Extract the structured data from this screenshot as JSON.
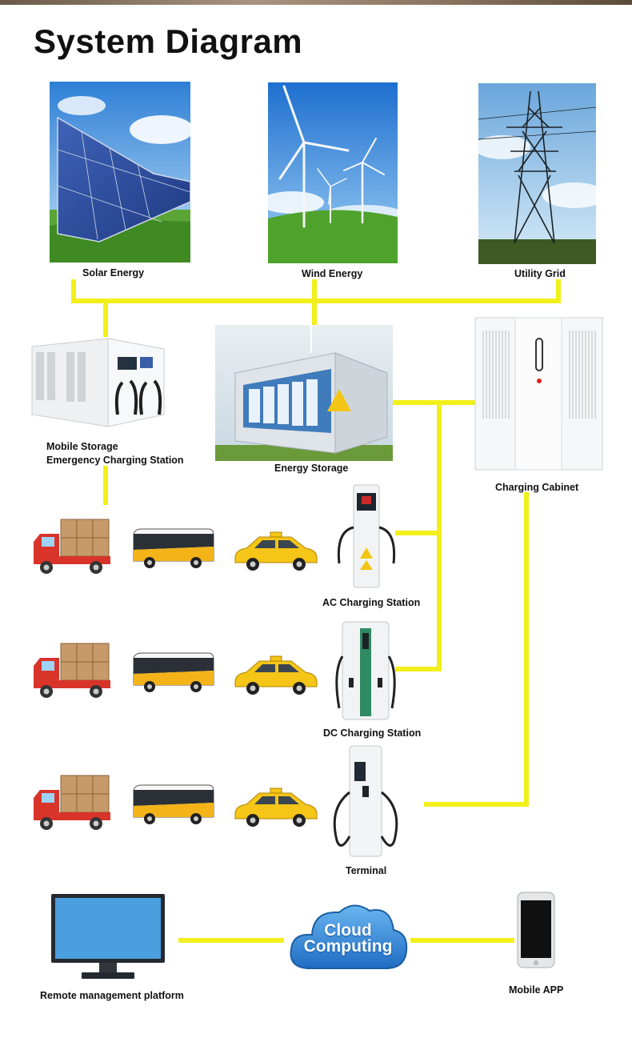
{
  "title": "System Diagram",
  "sources": {
    "solar": "Solar Energy",
    "wind": "Wind Energy",
    "grid": "Utility Grid"
  },
  "mobile_storage": {
    "line1": "Mobile Storage",
    "line2": "Emergency Charging Station"
  },
  "energy_storage": "Energy Storage",
  "charging_cabinet": "Charging Cabinet",
  "ac_station": "AC Charging Station",
  "dc_station": "DC Charging Station",
  "terminal": "Terminal",
  "cloud": {
    "line1": "Cloud",
    "line2": "Computing"
  },
  "remote_platform": "Remote management platform",
  "mobile_app": "Mobile APP",
  "colors": {
    "wire": "#f2ef1a",
    "sky": "#4a90d9",
    "grass": "#4e9a2a",
    "cloud": "#2f7fd0",
    "truck_red": "#d8342a",
    "taxi_yellow": "#f5c518",
    "bus_yellow": "#f3b319"
  }
}
